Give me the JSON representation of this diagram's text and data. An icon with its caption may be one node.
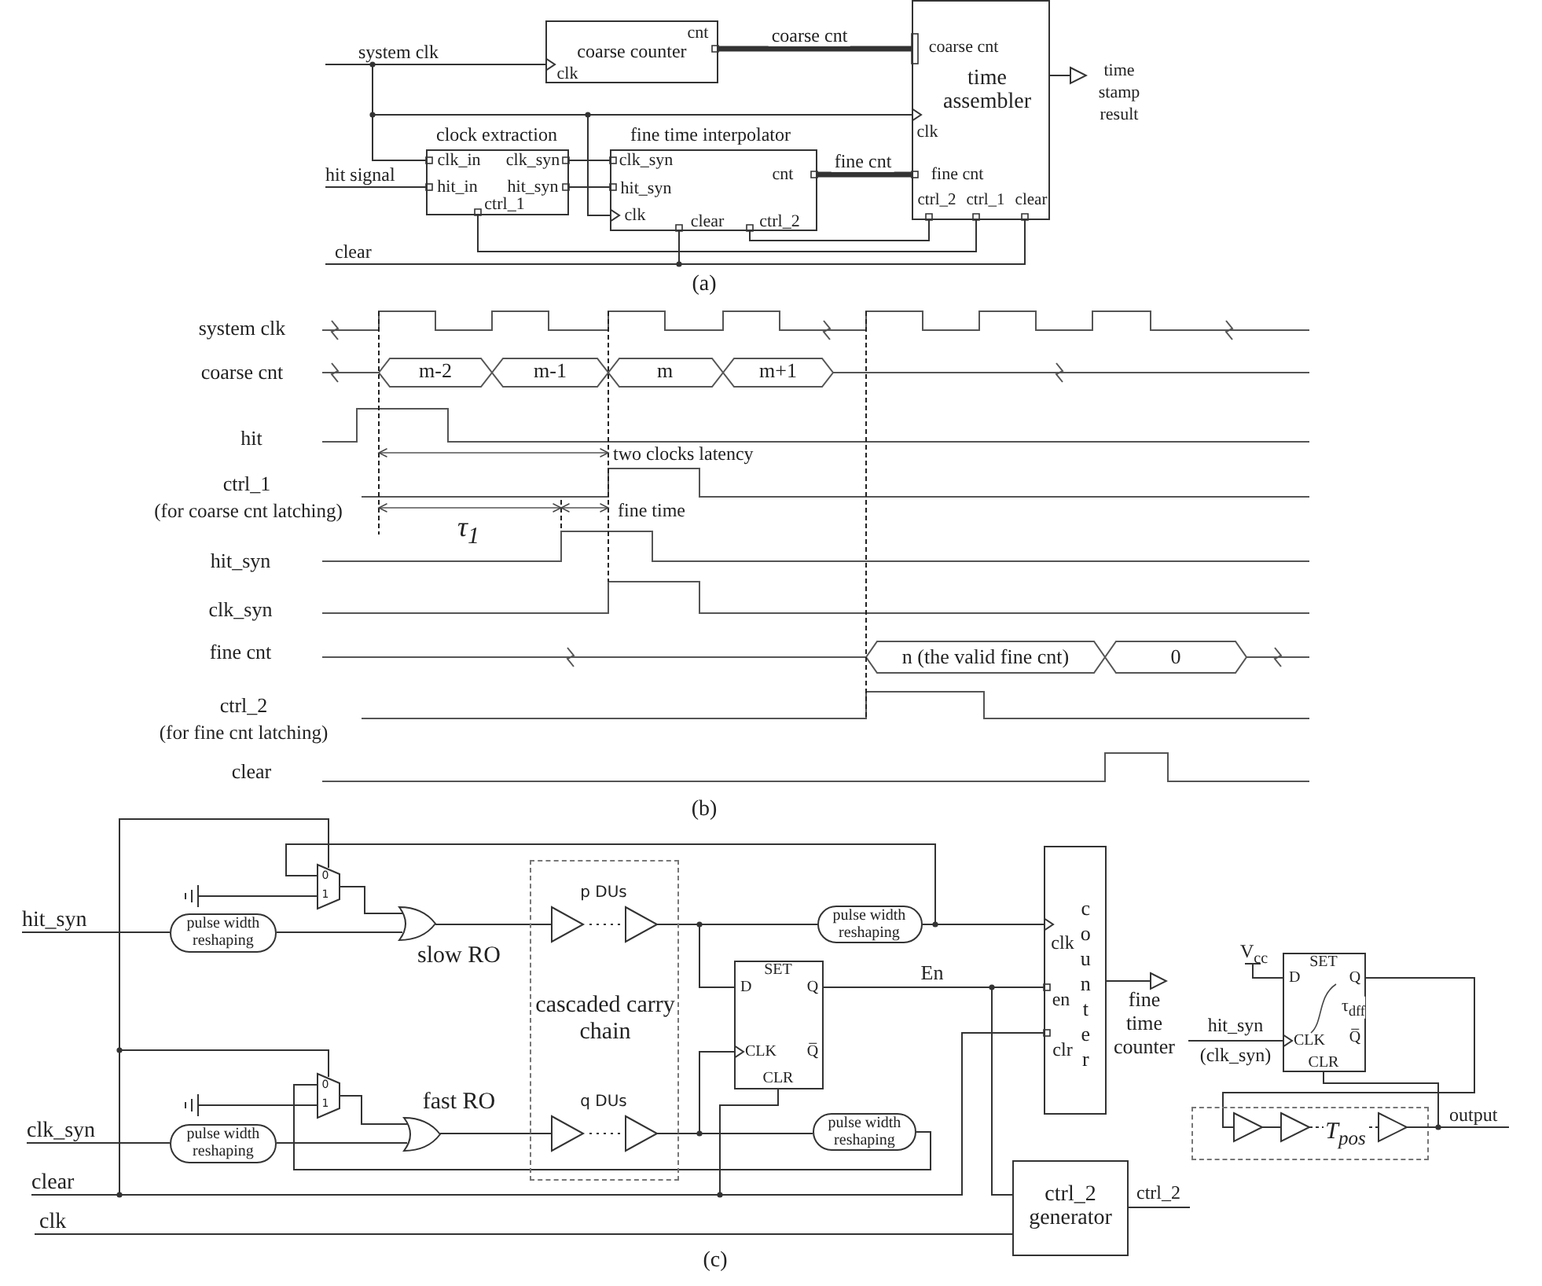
{
  "diagram": {
    "nodes": [
      {
        "text": [
          "cnt",
          "coarse counter",
          "clk"
        ]
      },
      {
        "text": [
          "coarse cnt",
          "time assembler",
          "clk",
          "fine cnt",
          "ctrl_2",
          "ctrl_1",
          "clear"
        ]
      },
      {
        "text": [
          "clock extraction",
          "clk_in",
          "clk_syn",
          "hit_in",
          "hit_syn",
          "ctrl_1"
        ]
      },
      {
        "text": [
          "fine time interpolator",
          "clk_syn",
          "hit_syn",
          "cnt",
          "clk",
          "clear",
          "ctrl_2"
        ]
      },
      {
        "text": [
          "system clk"
        ]
      },
      {
        "text": [
          "hit signal"
        ]
      },
      {
        "text": [
          "clear"
        ]
      },
      {
        "text": [
          "time stamp result"
        ]
      },
      {
        "text": [
          "hit_syn"
        ]
      },
      {
        "text": [
          "clk_syn"
        ]
      },
      {
        "text": [
          "clear"
        ]
      },
      {
        "text": [
          "clk"
        ]
      },
      {
        "text": [
          "pulse width reshaping"
        ]
      },
      {
        "text": [
          "pulse width reshaping"
        ]
      },
      {
        "text": [
          "0",
          "1"
        ]
      },
      {
        "text": [
          "0",
          "1"
        ]
      },
      {
        "text": [],
        "shape": "gate",
        "beside": [
          "slow RO"
        ]
      },
      {
        "text": [],
        "shape": "gate",
        "beside": [
          "fast RO"
        ]
      },
      {
        "text": [
          "cascaded carry chain"
        ]
      },
      {
        "text": [
          "p DUs"
        ],
        "in": 18
      },
      {
        "text": [
          "q DUs"
        ],
        "in": 18
      },
      {
        "text": [
          "SET",
          "D",
          "Q",
          "CLK",
          "Q̅",
          "CLR"
        ]
      },
      {
        "text": [
          "pulse width reshaping"
        ]
      },
      {
        "text": [
          "pulse width reshaping"
        ]
      },
      {
        "text": [
          "counter",
          "clk",
          "en",
          "clr"
        ]
      },
      {
        "text": [
          "fine time counter"
        ]
      },
      {
        "text": [
          "ctrl_2 generator"
        ]
      },
      {
        "text": [
          "SET",
          "D",
          "Q",
          "τ$_{dff}$",
          "CLK",
          "Q̅",
          "CLR"
        ]
      },
      {
        "text": [
          "hit_syn (clk_syn)"
        ]
      },
      {
        "text": [
          "V$_{cc}$"
        ]
      },
      {
        "text": [
          "T$_{pos}$"
        ]
      },
      {
        "text": [
          "output"
        ]
      }
    ],
    "edges": [
      {
        "from": 4,
        "to": 0,
        "arrow": "to"
      },
      {
        "from": 4,
        "to": 2,
        "arrow": "other"
      },
      {
        "from": 4,
        "to": 3,
        "arrow": "to"
      },
      {
        "from": 4,
        "to": 1,
        "arrow": "to"
      },
      {
        "from": 0,
        "to": 1,
        "arrow": "other",
        "label": "coarse cnt",
        "style": "thick"
      },
      {
        "from": 5,
        "to": 2,
        "arrow": "other"
      },
      {
        "from": 2,
        "to": 3,
        "arrow": "other"
      },
      {
        "from": 2,
        "to": 3,
        "arrow": "other"
      },
      {
        "from": 3,
        "to": 1,
        "arrow": "other",
        "label": "fine cnt",
        "style": "thick"
      },
      {
        "from": 2,
        "to": 1,
        "arrow": "other"
      },
      {
        "from": 3,
        "to": 1,
        "arrow": "other"
      },
      {
        "from": 6,
        "to": 3,
        "arrow": "other"
      },
      {
        "from": 6,
        "to": 1,
        "arrow": "other"
      },
      {
        "from": 1,
        "to": 7,
        "arrow": "to"
      },
      {
        "from": 8,
        "to": 12,
        "arrow": "none"
      },
      {
        "from": 9,
        "to": 13,
        "arrow": "none"
      },
      {
        "from": 12,
        "to": 16,
        "arrow": "none"
      },
      {
        "from": 14,
        "to": 16,
        "arrow": "none"
      },
      {
        "from": 13,
        "to": 17,
        "arrow": "none"
      },
      {
        "from": 15,
        "to": 17,
        "arrow": "none"
      },
      {
        "from": 16,
        "to": 19,
        "arrow": "none"
      },
      {
        "from": 17,
        "to": 20,
        "arrow": "none"
      },
      {
        "from": 19,
        "to": 22,
        "arrow": "none"
      },
      {
        "from": 19,
        "to": 21,
        "arrow": "none"
      },
      {
        "from": 20,
        "to": 21,
        "arrow": "to"
      },
      {
        "from": 20,
        "to": 23,
        "arrow": "none"
      },
      {
        "from": 22,
        "to": 24,
        "arrow": "to"
      },
      {
        "from": 22,
        "to": 14,
        "arrow": "none"
      },
      {
        "from": 23,
        "to": 15,
        "arrow": "none"
      },
      {
        "from": 10,
        "to": 14,
        "arrow": "none"
      },
      {
        "from": 10,
        "to": 15,
        "arrow": "none"
      },
      {
        "from": 10,
        "to": 21,
        "arrow": "none"
      },
      {
        "from": 21,
        "to": 24,
        "arrow": "other",
        "label": "En"
      },
      {
        "from": 21,
        "to": 26,
        "arrow": "none"
      },
      {
        "from": 10,
        "to": 24,
        "arrow": "other"
      },
      {
        "from": 11,
        "to": 26,
        "arrow": "none"
      },
      {
        "from": 24,
        "to": 25,
        "arrow": "to"
      },
      {
        "from": 26,
        "to": null,
        "arrow": "none",
        "label": "ctrl_2"
      },
      {
        "from": 28,
        "to": 27,
        "arrow": "to"
      },
      {
        "from": 29,
        "to": 27,
        "arrow": "none"
      },
      {
        "from": 27,
        "to": 30,
        "arrow": "none"
      },
      {
        "from": 30,
        "to": 31,
        "arrow": "none"
      },
      {
        "from": 30,
        "to": 27,
        "arrow": "none"
      }
    ],
    "labels": [
      "(a)",
      "system clk",
      "coarse cnt",
      "m-2",
      "m-1",
      "m",
      "m+1",
      "hit",
      "two clocks latency",
      "ctrl_1",
      "(for coarse cnt latching)",
      "τ$_{1}$",
      "fine time",
      "hit_syn",
      "clk_syn",
      "fine cnt",
      "n (the valid fine cnt)",
      "0",
      "ctrl_2",
      "(for fine cnt latching)",
      "clear",
      "(b)",
      "(c)"
    ]
  }
}
